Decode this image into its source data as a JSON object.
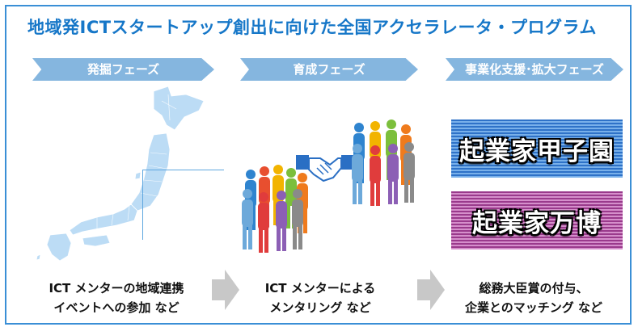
{
  "title": "地域発ICTスタートアップ創出に向けた全国アクセラレータ・プログラム",
  "phases": [
    {
      "label": "発掘フェーズ"
    },
    {
      "label": "育成フェーズ"
    },
    {
      "label": "事業化支援･拡大フェーズ"
    }
  ],
  "banners": [
    {
      "label": "起業家甲子園",
      "color": "#2e72c8"
    },
    {
      "label": "起業家万博",
      "color": "#9a3a8c"
    }
  ],
  "captions": [
    {
      "line1": "ICT メンターの地域連携",
      "line2": "イベントへの参加 など"
    },
    {
      "line1": "ICT メンターによる",
      "line2": "メンタリング など"
    },
    {
      "line1": "総務大臣賞の付与、",
      "line2": "企業とのマッチング など"
    }
  ],
  "colors": {
    "accent": "#1677c8",
    "phase_fill": "#85b6df",
    "map_fill": "#bcdcf5",
    "arrow_gray": "#c8c8c8"
  },
  "icons": [
    "japan-map-icon",
    "people-group-icon",
    "handshake-icon"
  ]
}
